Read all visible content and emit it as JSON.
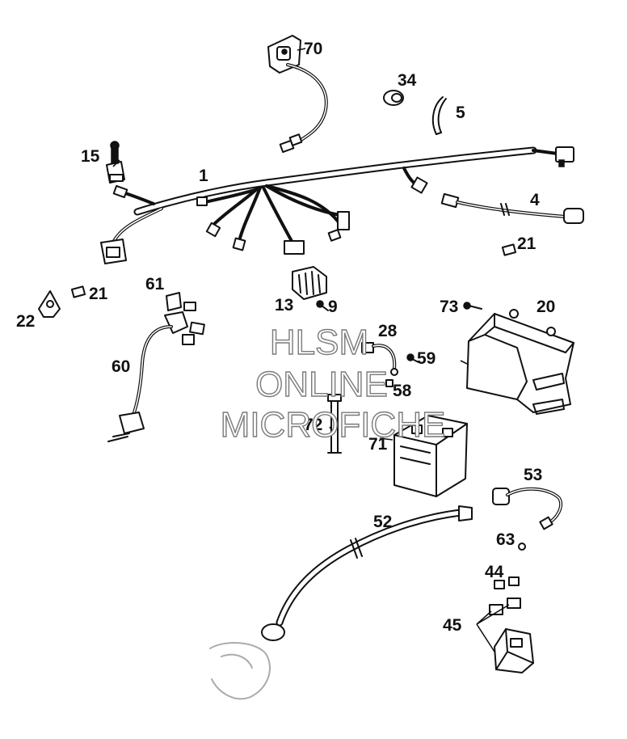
{
  "watermark": {
    "line1": "HLSM",
    "line2": "ONLINE",
    "line3": "MICROFICHE"
  },
  "callouts": {
    "p1": "1",
    "p4": "4",
    "p5": "5",
    "p9": "9",
    "p13": "13",
    "p15": "15",
    "p20": "20",
    "p21a": "21",
    "p21b": "21",
    "p22": "22",
    "p28": "28",
    "p34": "34",
    "p44": "44",
    "p45": "45",
    "p52": "52",
    "p53": "53",
    "p58": "58",
    "p59": "59",
    "p60": "60",
    "p61": "61",
    "p63": "63",
    "p70": "70",
    "p71": "71",
    "p72": "72",
    "p73": "73"
  }
}
